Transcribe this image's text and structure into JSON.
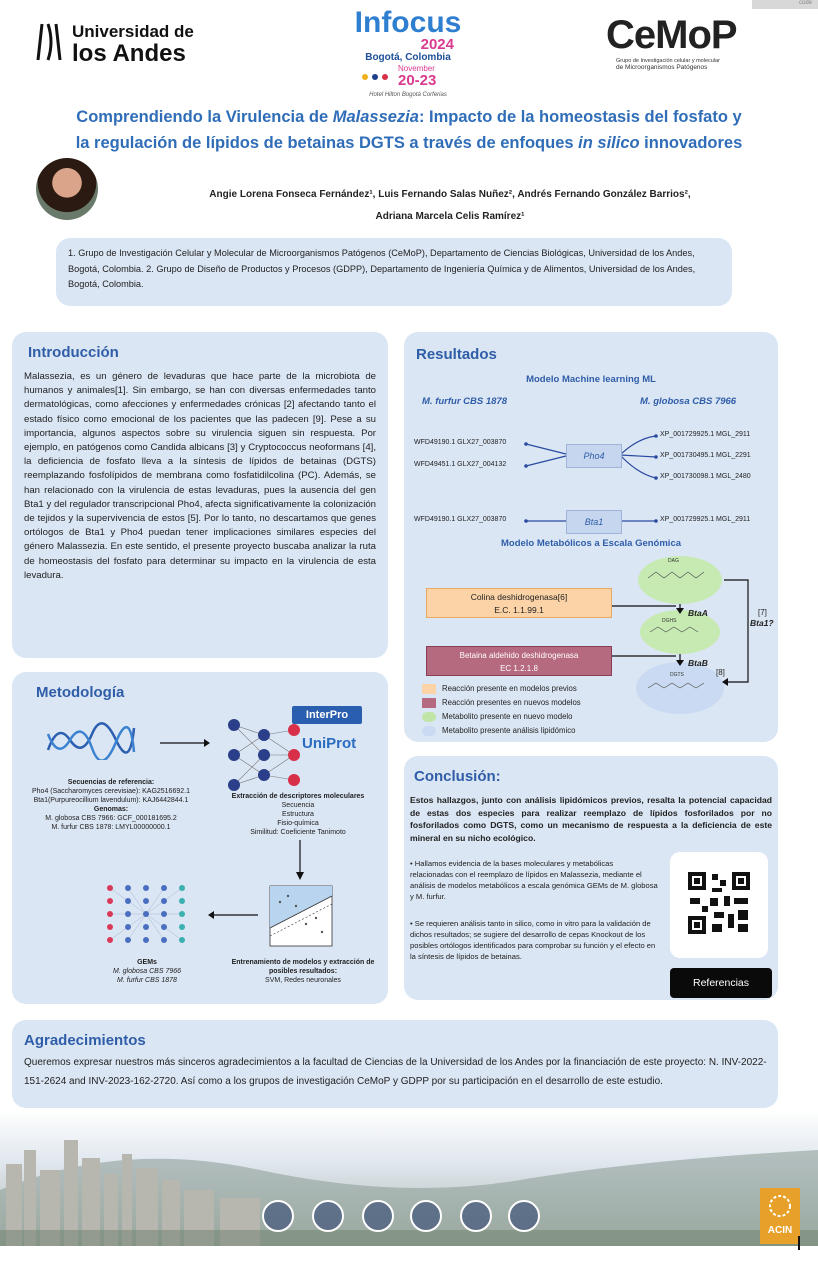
{
  "header": {
    "uniandes_line1": "Universidad de",
    "uniandes_line2": "los Andes",
    "infocus_title": "Infocus",
    "infocus_year": "2024",
    "infocus_place": "Bogotá, Colombia",
    "infocus_month": "November",
    "infocus_dates": "20-23",
    "infocus_venue": "Hotel Hilton Bogotá Corferias",
    "corner_tag": "code",
    "cemop_logo": "CeMoP",
    "cemop_sub1": "Grupo de Investigación celular y molecular",
    "cemop_sub2": "de Microorganismos Patógenos"
  },
  "title": {
    "line1_a": "Comprendiendo la Virulencia de ",
    "line1_b": "Malassezia",
    "line1_c": ": Impacto de la homeostasis del fosfato y",
    "line2_a": "la regulación de lípidos de betainas DGTS a través de enfoques ",
    "line2_b": "in silico",
    "line2_c": " innovadores"
  },
  "authors": {
    "line1": "Angie Lorena Fonseca Fernández¹, Luis Fernando Salas Nuñez², Andrés Fernando González Barrios²,",
    "line2": "Adriana Marcela Celis Ramírez¹"
  },
  "affiliations": "1. Grupo de Investigación Celular y Molecular de Microorganismos Patógenos (CeMoP), Departamento de Ciencias Biológicas, Universidad de los Andes, Bogotá, Colombia. 2. Grupo de Diseño de Productos y Procesos (GDPP), Departamento de Ingeniería Química y de Alimentos, Universidad de los Andes, Bogotá, Colombia.",
  "intro": {
    "heading": "Introducción",
    "text": "Malassezia, es un género de levaduras que hace parte de la microbiota de humanos y animales[1]. Sin embargo, se han con diversas enfermedades tanto dermatológicas, como afecciones y enfermedades crónicas [2] afectando tanto el estado físico como emocional de los pacientes que las padecen [9]. Pese a su importancia, algunos aspectos sobre su virulencia siguen sin respuesta. Por ejemplo, en patógenos como Candida albicans [3] y Cryptococcus neoformans [4], la deficiencia de fosfato lleva a la síntesis de lípidos de betainas (DGTS) reemplazando fosfolípidos de membrana como fosfatidilcolina (PC). Además, se han relacionado con la virulencia de estas levaduras, pues la ausencia del gen Bta1 y del regulador transcripcional Pho4, afecta significativamente la colonización de tejidos y la supervivencia de estos [5]. Por lo tanto, no descartamos que genes ortólogos de Bta1 y Pho4 puedan tener implicaciones similares especies del género Malassezia. En este sentido, el presente proyecto buscaba analizar la ruta de homeostasis del fosfato para determinar su impacto en la virulencia de esta levadura."
  },
  "metodologia": {
    "heading": "Metodología",
    "interpro": "InterPro",
    "uniprot": "UniProt",
    "seq_title": "Secuencias de referencia:",
    "seq_line1": "Pho4 (Saccharomyces cerevisiae): KAG2516692.1",
    "seq_line2": "Bta1(Purpureocillium lavendulum): KAJ6442844.1",
    "seq_line3": "Genomas:",
    "seq_line4": "M. globosa CBS 7966: GCF_000181695.2",
    "seq_line5": "M. furfur CBS 1878: LMYL00000000.1",
    "desc_title": "Extracción de descriptores moleculares",
    "desc_line1": "Secuencia",
    "desc_line2": "Estructura",
    "desc_line3": "Fisio-química",
    "desc_line4": "Similitud: Coeficiente Tanimoto",
    "gems_title": "GEMs",
    "gems_line1": "M. globosa CBS 7966",
    "gems_line2": "M. furfur CBS 1878",
    "train_title": "Entrenamiento de modelos y extracción de posibles resultados:",
    "train_line1": "SVM, Redes neuronales"
  },
  "resultados": {
    "heading": "Resultados",
    "ml_title": "Modelo Machine learning ML",
    "col_left": "M. furfur CBS 1878",
    "col_right": "M. globosa CBS 7966",
    "pho4": "Pho4",
    "bta1": "Bta1",
    "left1": "WFD49190.1 GLX27_003870",
    "left2": "WFD49451.1 GLX27_004132",
    "left3": "WFD49190.1 GLX27_003870",
    "right1": "XP_001729925.1 MGL_2911",
    "right2": "XP_001730495.1 MGL_2291",
    "right3": "XP_001730098.1 MGL_2480",
    "right4": "XP_001729925.1 MGL_2911",
    "gem_title": "Modelo Metabólicos a Escala Genómica",
    "enzyme1_name": "Colina deshidrogenasa[6]",
    "enzyme1_ec": "E.C. 1.1.99.1",
    "enzyme2_name": "Betaina aldehido deshidrogenasa",
    "enzyme2_ec": "EC 1.2.1.8",
    "btaA": "BtaA",
    "btaB": "BtaB",
    "ref7": "[7]",
    "bta1q": "Bta1?",
    "ref8": "[8]",
    "m_dag": "DAG",
    "m_dghs": "DGHS",
    "m_dgts": "DGTS",
    "legend1": "Reacción presente en modelos previos",
    "legend2": "Reacción presentes en nuevos modelos",
    "legend3": "Metabolito presente en nuevo modelo",
    "legend4": "Metabolito presente análisis lipidómico"
  },
  "conclusion": {
    "heading": "Conclusión:",
    "bold": "Estos hallazgos, junto con análisis lipidómicos previos, resalta la potencial capacidad de estas dos especies para realizar reemplazo de lípidos fosforilados por no fosforilados como DGTS, como un mecanismo de respuesta a la deficiencia de este mineral en su nicho ecológico.",
    "bullet1": "• Hallamos evidencia de la bases moleculares y metabólicas relacionadas con el reemplazo de lípidos en Malassezia, mediante el análisis de modelos metabólicos a escala genómica GEMs de M. globosa y M. furfur.",
    "bullet2": "• Se requieren análisis tanto in silico, como in vitro para la validación de dichos resultados; se sugiere del desarrollo de cepas Knockout de los posibles ortólogos identificados para comprobar su función y el efecto en la síntesis de lípidos de betainas.",
    "ref_button": "Referencias"
  },
  "agradecimientos": {
    "heading": "Agradecimientos",
    "text": "Queremos expresar nuestros más sinceros agradecimientos a la facultad de Ciencias de la Universidad de los Andes por la financiación de este proyecto: N. INV-2022-151-2624 and INV-2023-162-2720. Así como a los grupos de investigación CeMoP y GDPP por su participación en el desarrollo de este estudio."
  },
  "footer": {
    "acin": "ACIN"
  },
  "colors": {
    "title_blue": "#2f5da8",
    "panel": "#dbe6f4",
    "orange": "#fbd3a7",
    "maroon": "#b66a80",
    "green": "#bfe6a8",
    "lightblue": "#c9daf2"
  }
}
